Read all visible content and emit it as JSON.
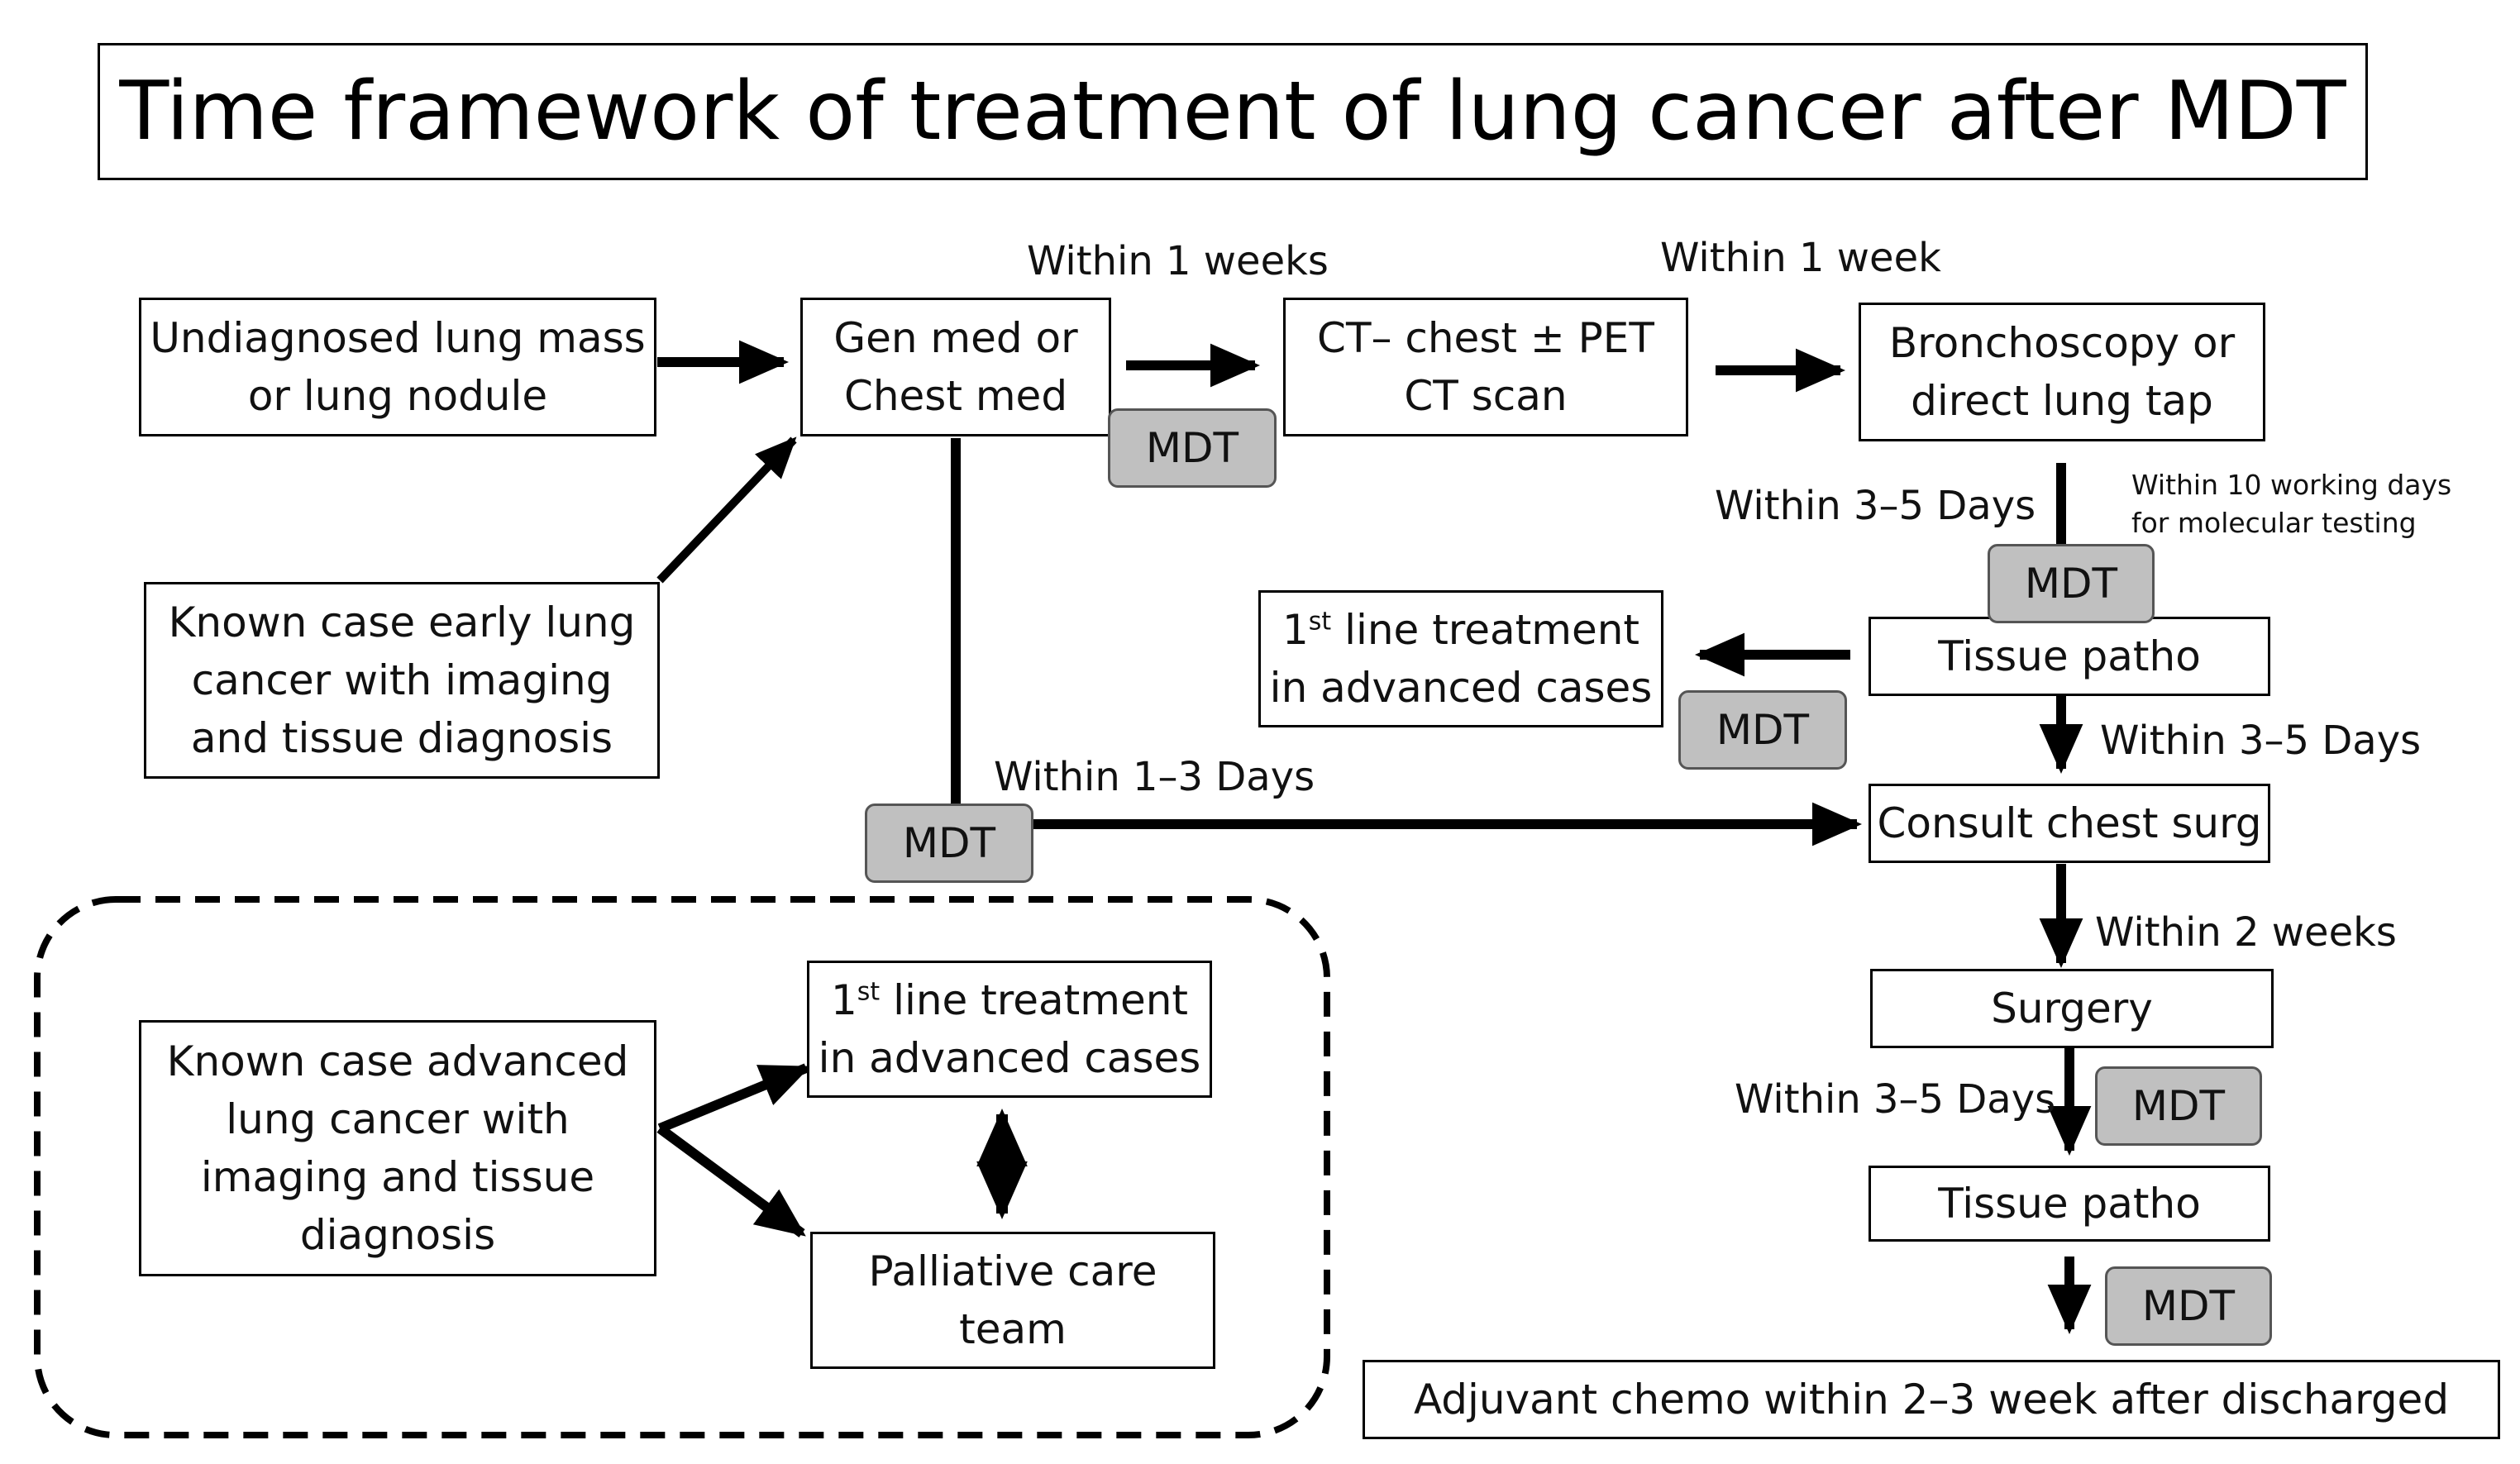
{
  "title": "Time framework of treatment of lung cancer after MDT",
  "boxes": {
    "undiagnosed": [
      "Undiagnosed lung mass",
      "or lung nodule"
    ],
    "gen_med": [
      "Gen med or",
      "Chest med"
    ],
    "ct_chest": [
      "CT– chest ± PET",
      "CT scan"
    ],
    "bronchoscopy": [
      "Bronchoscopy or",
      "direct lung tap"
    ],
    "known_early": [
      "Known case early lung",
      "cancer with imaging",
      "and tissue diagnosis"
    ],
    "first_line_top": {
      "ordinal": "1",
      "sup": "st",
      "line1": "line treatment",
      "line2": "in advanced cases"
    },
    "tissue_patho_1": "Tissue patho",
    "consult_chest_surg": "Consult chest surg",
    "surgery": "Surgery",
    "tissue_patho_2": "Tissue patho",
    "adjuvant": "Adjuvant chemo within 2–3 week after discharged",
    "known_advanced": [
      "Known case advanced",
      "lung cancer with",
      "imaging and tissue",
      "diagnosis"
    ],
    "first_line_bottom": {
      "ordinal": "1",
      "sup": "st",
      "line1": "line treatment",
      "line2": "in advanced cases"
    },
    "palliative": [
      "Palliative care",
      "team"
    ]
  },
  "mdt_label": "MDT",
  "labels": {
    "within_1_weeks": "Within 1 weeks",
    "within_1_week": "Within 1 week",
    "within_3_5_a": "Within 3–5 Days",
    "within_10_working": [
      "Within 10 working days",
      "for molecular testing"
    ],
    "within_3_5_b": "Within 3–5 Days",
    "within_1_3": "Within 1–3 Days",
    "within_2_weeks": "Within 2 weeks",
    "within_3_5_c": "Within 3–5 Days"
  },
  "colors": {
    "line": "#000000",
    "mdt_fill": "#c0c0c0",
    "mdt_border": "#555555",
    "background": "#ffffff"
  }
}
